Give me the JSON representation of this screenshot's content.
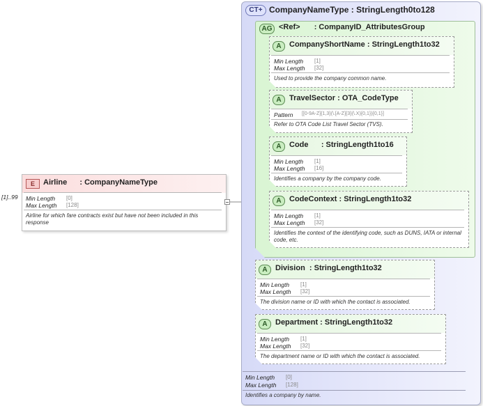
{
  "element": {
    "badge": "E",
    "name": "Airline",
    "type": ": CompanyNameType",
    "cardinality": "[1]..99",
    "facets": [
      {
        "label": "Min Length",
        "value": "[0]"
      },
      {
        "label": "Max Length",
        "value": "[128]"
      }
    ],
    "doc": "Airline for which fare contracts exist but have not been included in this response"
  },
  "complex_type": {
    "badge": "CT+",
    "title": "CompanyNameType : StringLength0to128",
    "facets": [
      {
        "label": "Min Length",
        "value": "[0]"
      },
      {
        "label": "Max Length",
        "value": "[128]"
      }
    ],
    "doc": "Identifies a company by name."
  },
  "attribute_group": {
    "badge": "AG",
    "ref": "<Ref>",
    "name": ": CompanyID_AttributesGroup"
  },
  "attributes": [
    {
      "badge": "A",
      "title": "CompanyShortName : StringLength1to32",
      "facets": [
        {
          "label": "Min Length",
          "value": "[1]"
        },
        {
          "label": "Max Length",
          "value": "[32]"
        }
      ],
      "doc": "Used to provide the company common name."
    },
    {
      "badge": "A",
      "title": "TravelSector : OTA_CodeType",
      "facets": [
        {
          "label": "Pattern",
          "value": "[[0-9A-Z]{1,3}(\\.[A-Z]{3}(\\.X){0,1}){0,1}]"
        }
      ],
      "doc": "Refer to OTA Code List Travel Sector (TVS)."
    },
    {
      "badge": "A",
      "title": "Code      : StringLength1to16",
      "facets": [
        {
          "label": "Min Length",
          "value": "[1]"
        },
        {
          "label": "Max Length",
          "value": "[16]"
        }
      ],
      "doc": "Identifies a company by the company code."
    },
    {
      "badge": "A",
      "title": "CodeContext : StringLength1to32",
      "facets": [
        {
          "label": "Min Length",
          "value": "[1]"
        },
        {
          "label": "Max Length",
          "value": "[32]"
        }
      ],
      "doc": "Identifies the context of the identifying code, such as DUNS, IATA or internal code, etc."
    },
    {
      "badge": "A",
      "title": "Division  : StringLength1to32",
      "facets": [
        {
          "label": "Min Length",
          "value": "[1]"
        },
        {
          "label": "Max Length",
          "value": "[32]"
        }
      ],
      "doc": "The division name or ID with which the contact is associated."
    },
    {
      "badge": "A",
      "title": "Department : StringLength1to32",
      "facets": [
        {
          "label": "Min Length",
          "value": "[1]"
        },
        {
          "label": "Max Length",
          "value": "[32]"
        }
      ],
      "doc": "The department name or ID with which the contact is associated."
    }
  ]
}
